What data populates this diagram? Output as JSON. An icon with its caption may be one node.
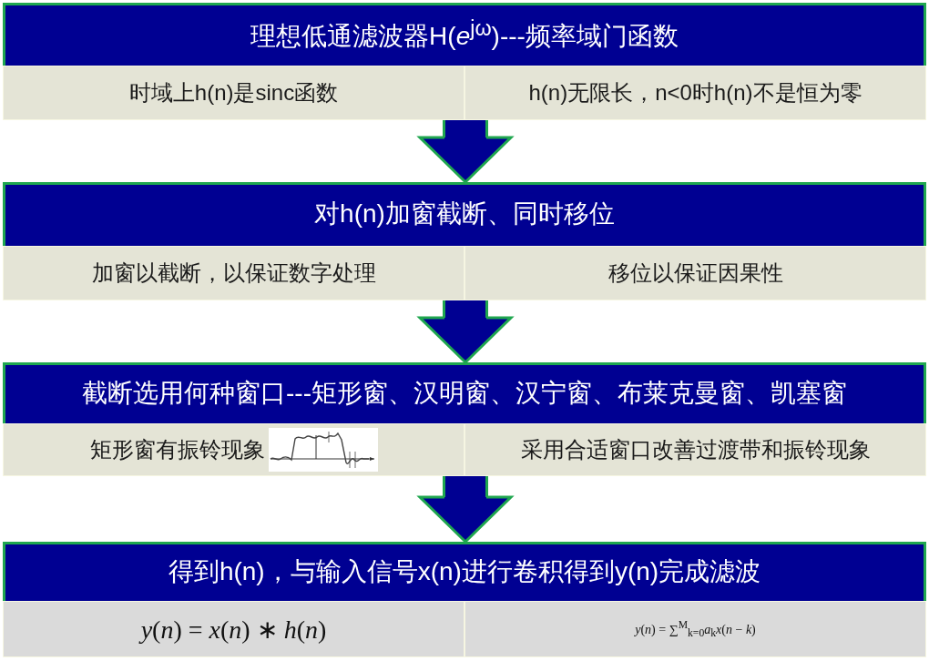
{
  "diagram": {
    "nodes": [
      {
        "text": [
          "理想低通滤波器H(*e*$^{jω}$)---频率域门函数"
        ]
      },
      {
        "text": [
          "时域上h(n)是sinc函数"
        ],
        "in": 0
      },
      {
        "text": [
          "h(n)无限长，n<0时h(n)不是恒为零"
        ],
        "in": 0
      },
      {
        "text": [
          "对h(n)加窗截断、同时移位"
        ]
      },
      {
        "text": [
          "加窗以截断，以保证数字处理"
        ],
        "in": 3
      },
      {
        "text": [
          "移位以保证因果性"
        ],
        "in": 3
      },
      {
        "text": [
          "截断选用何种窗口---矩形窗、汉明窗、汉宁窗、布莱克曼窗、凯塞窗"
        ]
      },
      {
        "text": [
          "矩形窗有振铃现象"
        ],
        "in": 6
      },
      {
        "text": [
          "采用合适窗口改善过渡带和振铃现象"
        ],
        "in": 6
      },
      {
        "text": [
          "得到h(n)，与输入信号x(n)进行卷积得到y(n)完成滤波"
        ]
      },
      {
        "text": [
          "*y*(*n*) = *x*(*n*) ∗ *h*(*n*)"
        ],
        "in": 9
      },
      {
        "text": [
          "*y*(*n*) = ∑$^{M}$$_{k=0}$*a*$_{k}$*x*(*n* − *k*)"
        ],
        "in": 9
      }
    ],
    "edges": [
      {
        "from": 0,
        "to": 3,
        "arrow": "to"
      },
      {
        "from": 3,
        "to": 6,
        "arrow": "to"
      },
      {
        "from": 6,
        "to": 9,
        "arrow": "to"
      }
    ]
  }
}
